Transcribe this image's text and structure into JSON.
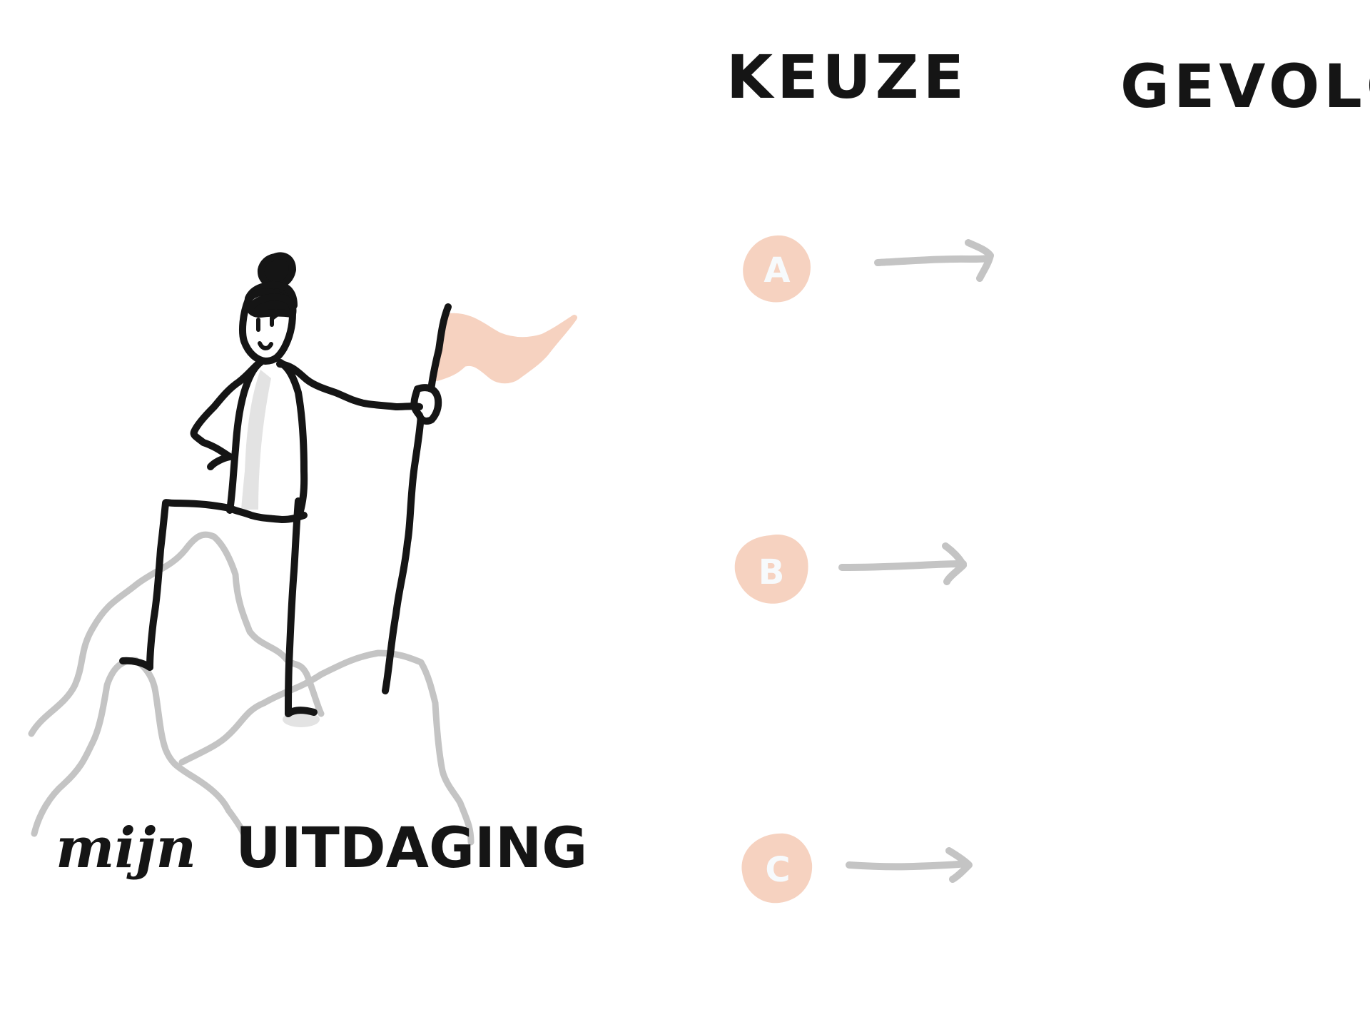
{
  "headings": {
    "choice": "KEUZE",
    "consequence": "GEVOLG"
  },
  "caption": {
    "lower": "mijn",
    "upper": "UITDAGING"
  },
  "options": [
    {
      "label": "A"
    },
    {
      "label": "B"
    },
    {
      "label": "C"
    }
  ],
  "colors": {
    "ink": "#151515",
    "accent": "#f6d2c0",
    "mountain": "#c4c4c4",
    "arrow": "#c4c4c4",
    "badge_text": "#f7fafc",
    "shadow": "#e3e3e3"
  },
  "icons": {
    "figure": "person-with-flag-icon",
    "mountain": "mountain-icon",
    "flag": "flag-icon",
    "arrow": "arrow-right-icon"
  }
}
